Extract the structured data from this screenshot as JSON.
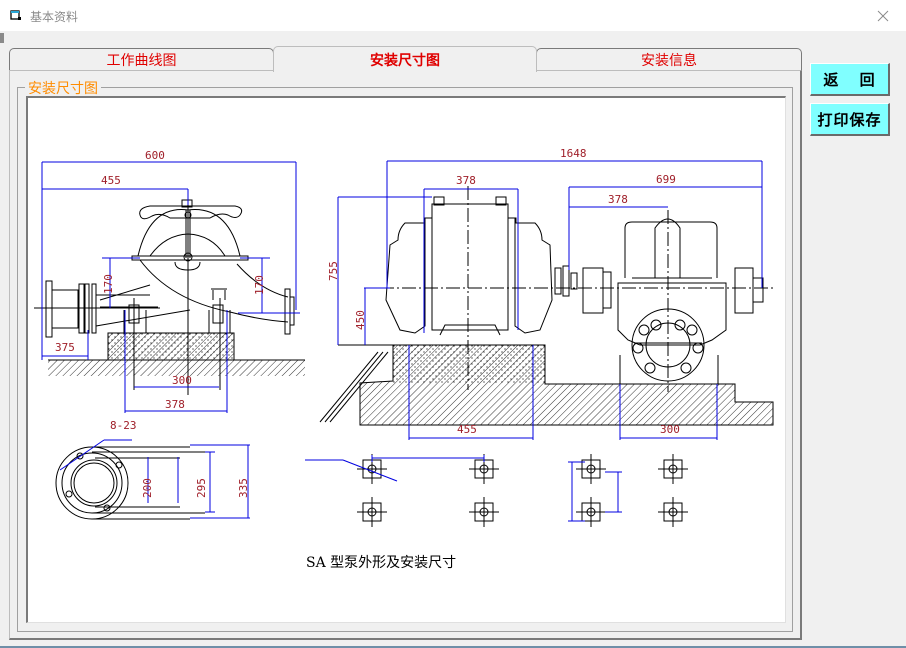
{
  "window": {
    "title": "基本资料",
    "close_icon": "close-x-icon"
  },
  "tabs": [
    {
      "label": "工作曲线图",
      "active": false
    },
    {
      "label": "安装尺寸图",
      "active": true
    },
    {
      "label": "安装信息",
      "active": false
    }
  ],
  "group": {
    "legend": "安装尺寸图"
  },
  "buttons": {
    "return_label": "返 回",
    "print_save_label": "打印保存"
  },
  "drawing": {
    "caption": "SA 型泵外形及安装尺寸",
    "side_view_dims": {
      "overall_width": "600",
      "to_center": "455",
      "left_height": "170",
      "right_height": "170",
      "inlet_length": "375",
      "foot_spacing_inner": "300",
      "foot_spacing_outer": "378"
    },
    "flange_view_dims": {
      "bolt_holes": "8-23",
      "inner_dia": "200",
      "bolt_circle": "295",
      "outer_dia": "335"
    },
    "front_view_dims": {
      "overall_length": "1648",
      "motor_feet": "378",
      "pump_to_end": "699",
      "pump_to_center": "378",
      "total_height": "755",
      "shaft_height": "450",
      "motor_base": "455",
      "pump_base": "300"
    }
  },
  "colors": {
    "tab_text": "#e00000",
    "legend_text": "#ff8c00",
    "button_bg": "#80ffff",
    "dimension_line": "#0000e0",
    "dimension_text": "#a0202a"
  }
}
